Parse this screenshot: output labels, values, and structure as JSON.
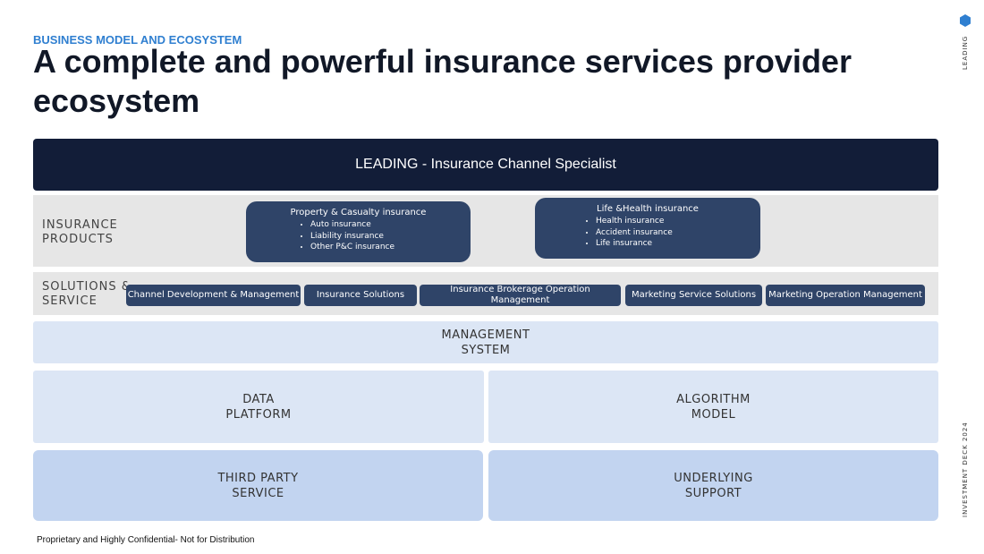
{
  "header": {
    "kicker": "BUSINESS MODEL AND ECOSYSTEM",
    "title": "A complete and powerful insurance services provider ecosystem"
  },
  "banner": "LEADING - Insurance Channel Specialist",
  "products": {
    "label": [
      "INSURANCE",
      "PRODUCTS"
    ],
    "boxes": [
      {
        "title": "Property & Casualty insurance",
        "items": [
          "Auto insurance",
          "Liability insurance",
          "Other P&C insurance"
        ]
      },
      {
        "title": "Life &Health insurance",
        "items": [
          "Health insurance",
          "Accident insurance",
          "Life insurance"
        ]
      }
    ]
  },
  "solutions": {
    "label": [
      "SOLUTIONS &",
      "SERVICE"
    ],
    "items": [
      "Channel Development & Management",
      "Insurance Solutions",
      "Insurance Brokerage Operation Management",
      "Marketing Service Solutions",
      "Marketing Operation Management"
    ]
  },
  "layers": {
    "management": [
      "MANAGEMENT",
      "SYSTEM"
    ],
    "data": [
      "DATA",
      "PLATFORM"
    ],
    "algorithm": [
      "ALGORITHM",
      "MODEL"
    ],
    "third": [
      "THIRD PARTY",
      "SERVICE"
    ],
    "underlying": [
      "UNDERLYING",
      "SUPPORT"
    ]
  },
  "side": {
    "brand": "LEADING",
    "deck": "INVESTMENT DECK 2024",
    "accent": "#2f7fd0"
  },
  "footer": "Proprietary and Highly Confidential- Not for Distribution"
}
